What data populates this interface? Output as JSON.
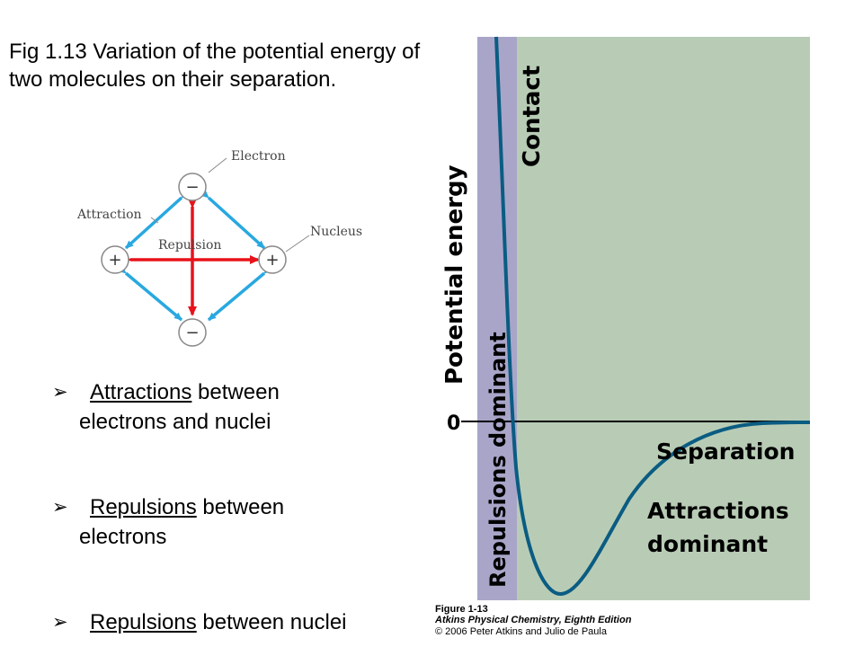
{
  "title": "Fig 1.13  Variation of the potential energy of two molecules on their separation.",
  "molecule_diagram": {
    "label_electron": "Electron",
    "label_nucleus": "Nucleus",
    "label_attraction": "Attraction",
    "label_repulsion": "Repulsion",
    "electron_symbol": "−",
    "nucleus_symbol": "+",
    "colors": {
      "attraction": "#29a8e0",
      "repulsion": "#e8121a",
      "circle": "#888888"
    }
  },
  "bullets": [
    {
      "keyword": "Attractions",
      "rest": " between",
      "line2": "electrons and nuclei"
    },
    {
      "keyword": "Repulsions",
      "rest": " between",
      "line2": "electrons"
    },
    {
      "keyword": "Repulsions",
      "rest": " between nuclei",
      "line2": ""
    }
  ],
  "bullet_symbol": "➢",
  "potential_plot": {
    "ylabel": "Potential energy",
    "xlabel": "Separation",
    "zero_label": "0",
    "region_contact": "Contact",
    "region_repulsions": "Repulsions  dominant",
    "region_attractions_line1": "Attractions",
    "region_attractions_line2": "dominant",
    "colors": {
      "repulsion_band": "#a8a5c9",
      "background": "#b8ccb5",
      "curve": "#0a5c82"
    }
  },
  "caption": {
    "figure": "Figure 1-13",
    "book": "Atkins Physical Chemistry, Eighth Edition",
    "copyright": "© 2006 Peter Atkins and Julio de Paula"
  }
}
